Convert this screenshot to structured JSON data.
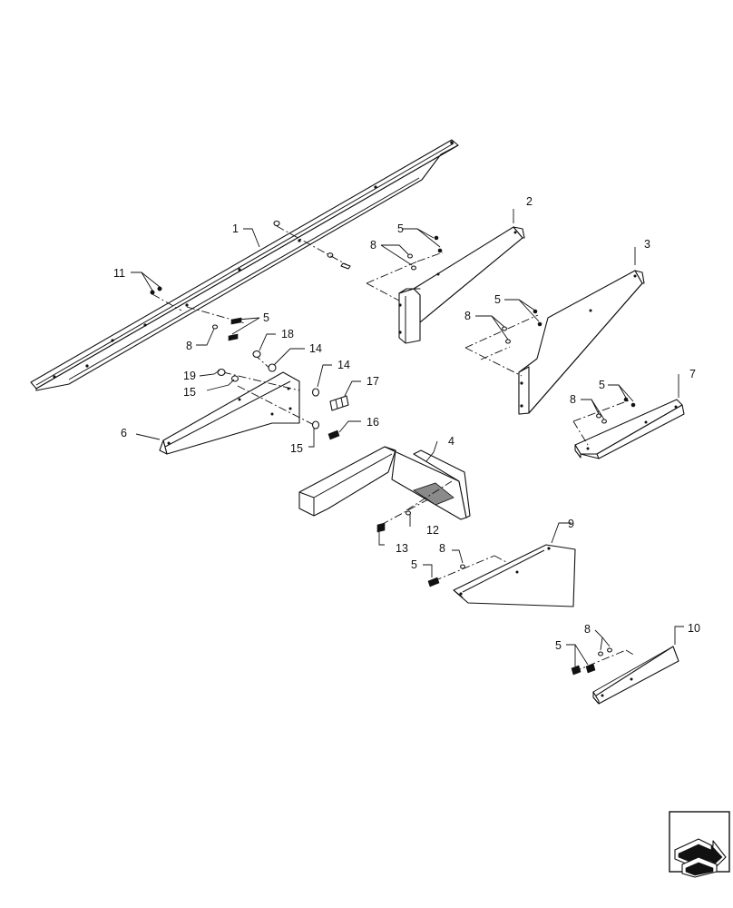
{
  "callouts": {
    "c1": "1",
    "c2": "2",
    "c3": "3",
    "c4": "4",
    "c5a": "5",
    "c5b": "5",
    "c5c": "5",
    "c5d": "5",
    "c5e": "5",
    "c5f": "5",
    "c6": "6",
    "c7": "7",
    "c8a": "8",
    "c8b": "8",
    "c8c": "8",
    "c8d": "8",
    "c8e": "8",
    "c8f": "8",
    "c9": "9",
    "c10": "10",
    "c11": "11",
    "c12": "12",
    "c13": "13",
    "c14a": "14",
    "c14b": "14",
    "c15a": "15",
    "c15b": "15",
    "c16": "16",
    "c17": "17",
    "c18": "18",
    "c19": "19"
  },
  "icons": {
    "nav": "next-page-arrow-icon"
  }
}
